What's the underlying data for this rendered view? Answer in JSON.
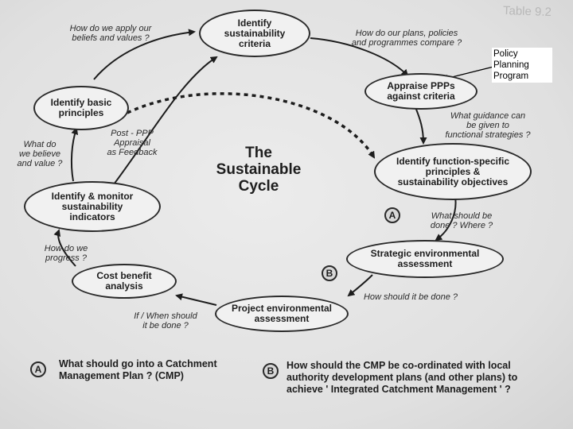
{
  "header": {
    "table_code": "Table 9.2"
  },
  "title": "The\nSustainable\nCycle",
  "nodes": {
    "identify_criteria": "Identify\nsustainability\ncriteria",
    "appraise_ppps": "Appraise PPPs\nagainst criteria",
    "function_specific": "Identify function-specific\nprinciples &\nsustainability objectives",
    "strategic_ea": "Strategic environmental\nassessment",
    "project_ea": "Project environmental\nassessment",
    "cost_benefit": "Cost benefit\nanalysis",
    "monitor_indicators": "Identify & monitor\nsustainability\nindicators",
    "basic_principles": "Identify basic\nprinciples"
  },
  "questions": {
    "apply_beliefs": "How do we apply our\nbeliefs and values ?",
    "plans_compare": "How do our plans, policies\nand programmes compare ?",
    "guidance": "What guidance can\nbe given to\nfunctional strategies ?",
    "what_done": "What should be\ndone ? Where  ?",
    "how_done": "How should it be done ?",
    "when_done": "If / When should\nit be done ?",
    "progress": "How do we\nprogress ?",
    "believe_value": "What do\nwe believe\nand value ?",
    "post_ppp": "Post - PPP\nAppraisal\nas Feedback"
  },
  "markers": {
    "a": "A",
    "b": "B"
  },
  "notes": {
    "a_text": "What should go into a Catchment\nManagement Plan ? (CMP)",
    "b_text": "How should the CMP be co-ordinated with local\nauthority development plans (and other plans) to\nachieve ' Integrated Catchment Management ' ?"
  },
  "overlay": {
    "line1": "Policy",
    "line2": "Planning",
    "line3": "Program"
  }
}
